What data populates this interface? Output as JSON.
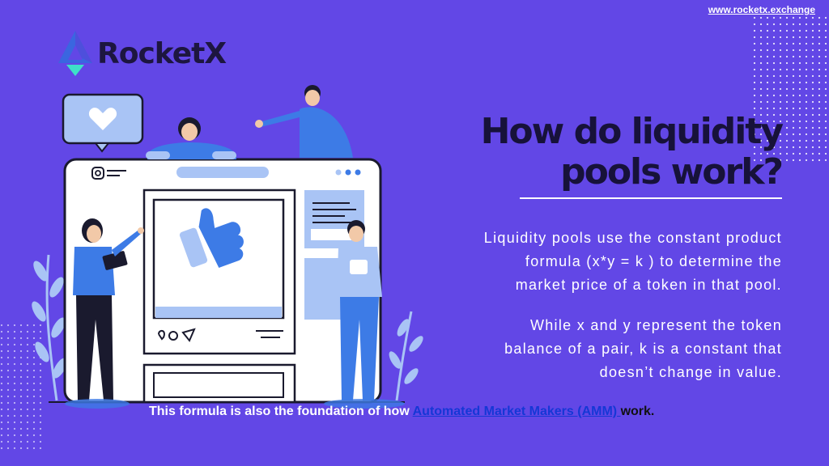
{
  "site_url": "www.rocketx.exchange",
  "brand": {
    "name": "RocketX"
  },
  "heading": {
    "line1": "How do liquidity",
    "line2": "pools work?"
  },
  "paragraph1": {
    "line1": "Liquidity pools use the constant product",
    "line2": "formula (x*y = k )  to determine the",
    "line3": "market price of a token in that pool."
  },
  "paragraph2": {
    "line1": "While x and y represent the token",
    "line2": "balance of a pair, k is a constant that",
    "line3": "doesn’t change in value."
  },
  "footer": {
    "prefix": "This formula is also the foundation of how ",
    "link": "Automated Market Makers (AMM) ",
    "suffix": "work."
  },
  "colors": {
    "background": "#6247e6",
    "title": "#17123a",
    "link": "#1537d6",
    "accent_blue": "#3d7be6",
    "light_blue": "#a9c4f5"
  },
  "illustration_icons": [
    "heart-icon",
    "thumbs-up-icon",
    "instagram-icon",
    "comment-icon",
    "share-icon"
  ]
}
